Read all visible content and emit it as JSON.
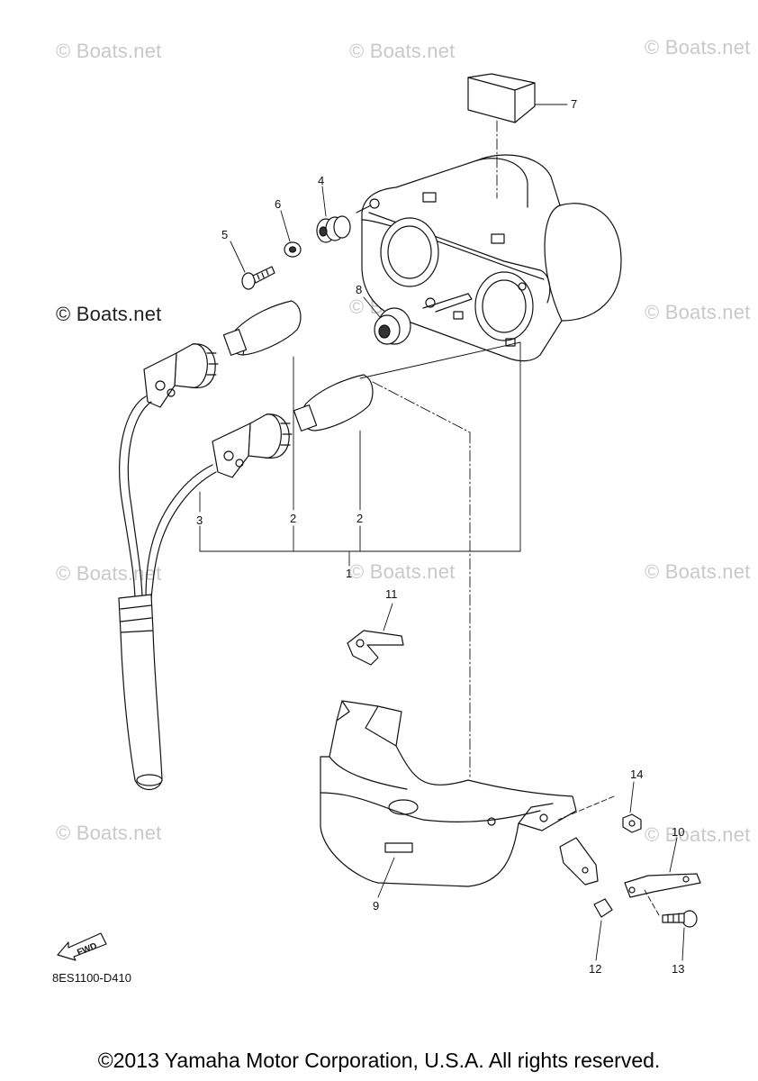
{
  "watermark": "© Boats.net",
  "callouts": {
    "c1": "1",
    "c2a": "2",
    "c2b": "2",
    "c3": "3",
    "c4": "4",
    "c5": "5",
    "c6": "6",
    "c7": "7",
    "c8": "8",
    "c9": "9",
    "c10": "10",
    "c11": "11",
    "c12": "12",
    "c13": "13",
    "c14": "14"
  },
  "fwd_label": "FWD",
  "diagram_code": "8ES1100-D410",
  "copyright": "©2013 Yamaha Motor Corporation, U.S.A. All rights reserved."
}
